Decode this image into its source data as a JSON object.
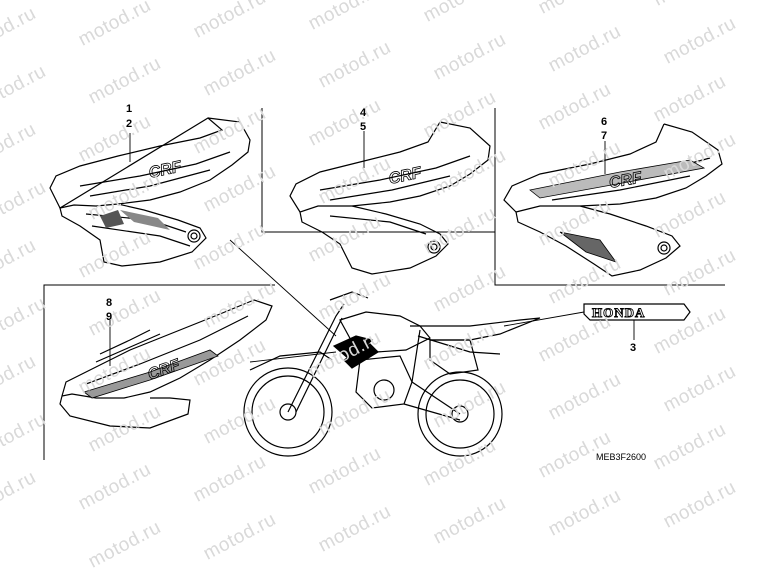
{
  "watermark": "motod.ru",
  "callouts": {
    "c1": "1",
    "c2": "2",
    "c3": "3",
    "c4": "4",
    "c5": "5",
    "c6": "6",
    "c7": "7",
    "c8": "8",
    "c9": "9"
  },
  "emblem_text": "HONDA",
  "decal_text": "CRF",
  "diagram_code": "MEB3F2600"
}
